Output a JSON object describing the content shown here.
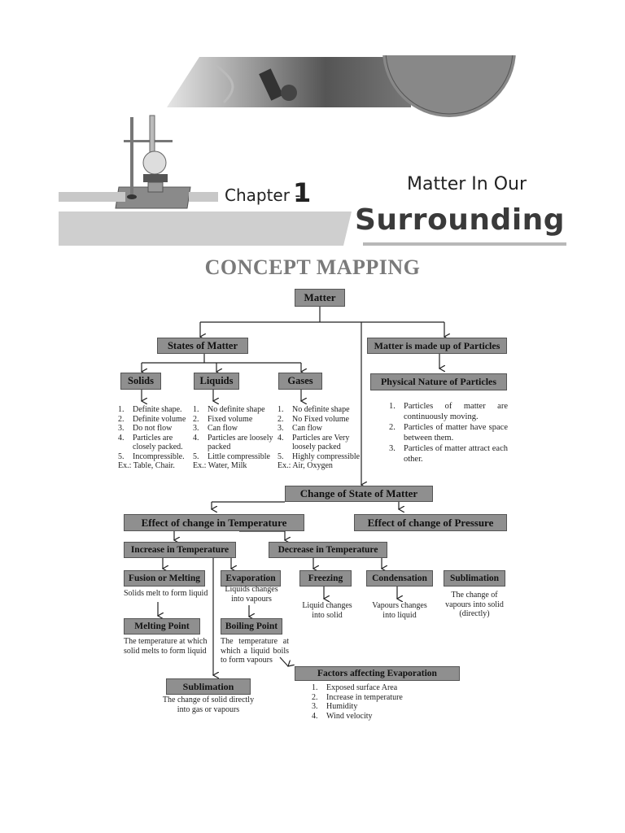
{
  "header": {
    "chapter_label": "Chapter -",
    "chapter_number": "1",
    "title_line1": "Matter In Our",
    "title_line2": "Surrounding",
    "section_title": "CONCEPT MAPPING"
  },
  "nodes": {
    "matter": "Matter",
    "states": "States of Matter",
    "particles": "Matter is made up of Particles",
    "solids": "Solids",
    "liquids": "Liquids",
    "gases": "Gases",
    "physical_nature": "Physical Nature of Particles",
    "change_state": "Change of State of Matter",
    "effect_temp": "Effect of change in Temperature",
    "effect_pressure": "Effect of change of Pressure",
    "increase_temp": "Increase in Temperature",
    "decrease_temp": "Decrease in Temperature",
    "fusion": "Fusion or Melting",
    "evaporation": "Evaporation",
    "freezing": "Freezing",
    "condensation": "Condensation",
    "sublimation_right": "Sublimation",
    "melting_point": "Melting Point",
    "boiling_point": "Boiling Point",
    "factors_evap": "Factors affecting Evaporation",
    "sublimation_bottom": "Sublimation"
  },
  "lists": {
    "solids": [
      "Definite shape.",
      "Definite volume",
      "Do not flow",
      "Particles are",
      "closely packed.",
      "Incompressible."
    ],
    "solids_nums": [
      "1.",
      "2.",
      "3.",
      "4.",
      "",
      "5."
    ],
    "solids_ex": "Ex.: Table, Chair.",
    "liquids": [
      "No definite shape",
      "Fixed volume",
      "Can flow",
      "Particles are loosely",
      "packed",
      "Little compressible"
    ],
    "liquids_nums": [
      "1.",
      "2.",
      "3.",
      "4.",
      "",
      "5."
    ],
    "liquids_ex": "Ex.: Water, Milk",
    "gases": [
      "No definite shape",
      "No Fixed volume",
      "Can flow",
      "Particles are Very",
      "loosely packed",
      "Highly compressible"
    ],
    "gases_nums": [
      "1.",
      "2.",
      "3.",
      "4.",
      "",
      "5."
    ],
    "gases_ex": "Ex.: Air, Oxygen",
    "particles": [
      "Particles of matter are continuously moving.",
      "Particles of matter have space between them.",
      "Particles of matter attract each other."
    ],
    "factors": [
      "Exposed surface Area",
      "Increase in temperature",
      "Humidity",
      "Wind velocity"
    ]
  },
  "notes": {
    "fusion": "Solids melt to form liquid",
    "evaporation": "Liquids changes into vapours",
    "freezing": "Liquid changes into solid",
    "condensation": "Vapours changes into liquid",
    "sublimation_right": "The change of vapours into solid (directly)",
    "melting_point": "The temperature at which solid melts to form liquid",
    "boiling_point": "The temperature at which a liquid boils to form vapours",
    "sublimation_bottom": "The change of solid directly into gas or vapours"
  }
}
